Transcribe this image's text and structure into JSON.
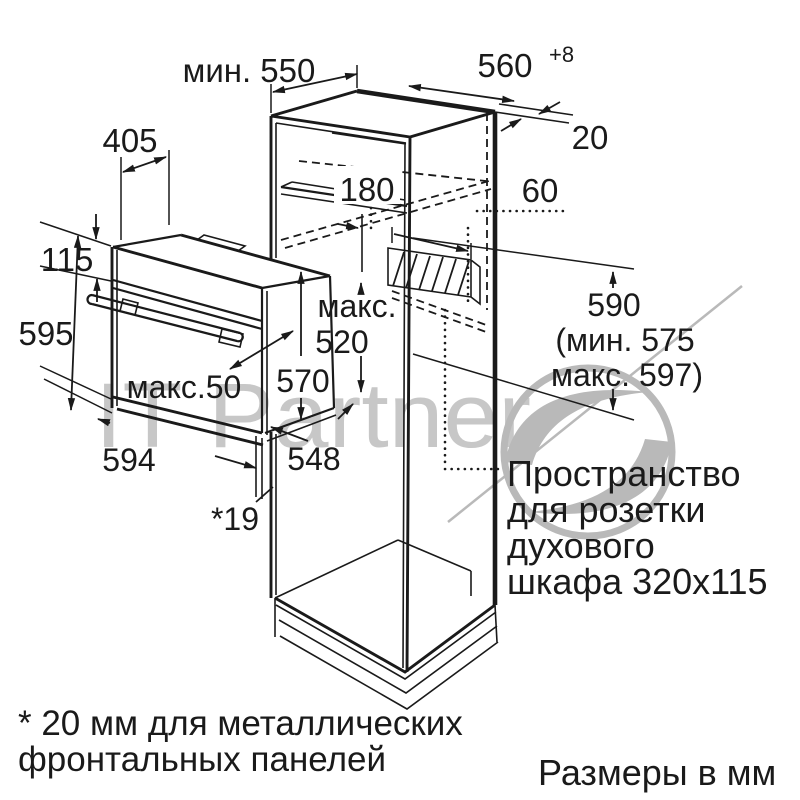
{
  "diagram": {
    "title": "oven-installation-dimension-drawing",
    "units_note": "Размеры в мм",
    "colors": {
      "background": "#ffffff",
      "line": "#1a1a1a",
      "watermark_text": "#c7c7c7",
      "watermark_logo": "#b9b9b9"
    },
    "labels": {
      "min550": "мин. 550",
      "d560": "560",
      "d560sup": "+8",
      "d20": "20",
      "d405": "405",
      "d115": "115",
      "d595": "595",
      "d180": "180",
      "d60": "60",
      "dmaks": "макс.",
      "d520": "520",
      "d570": "570",
      "dmaks50": "макс.50",
      "d594": "594",
      "d548": "548",
      "d19": "*19",
      "d590": "590",
      "d590min": "(мин. 575",
      "d590max": "макс. 597)",
      "socket1": "Пространство",
      "socket2": "для розетки",
      "socket3": "духового",
      "socket4": "шкафа 320x115",
      "footnote1": "* 20 мм для металлических",
      "footnote2": "фронтальных панелей",
      "units": "Размеры в мм"
    },
    "watermark": {
      "brand": "IT Partner"
    }
  }
}
